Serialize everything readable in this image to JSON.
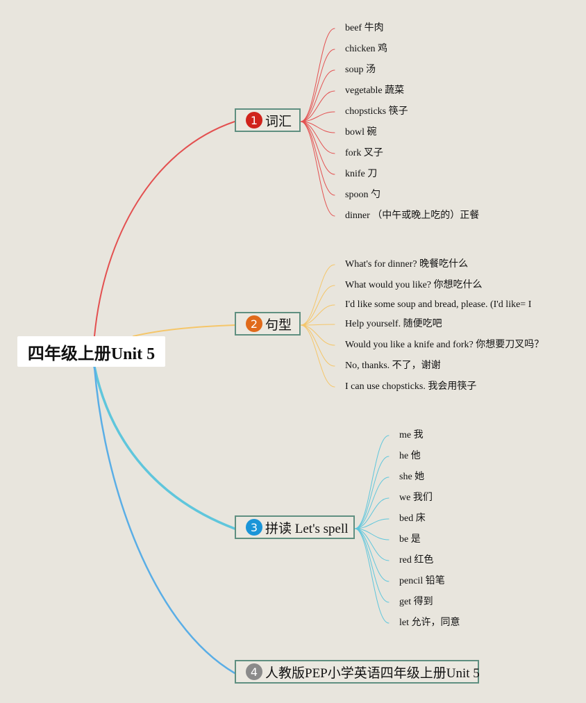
{
  "root": {
    "title": "四年级上册Unit 5"
  },
  "branches": [
    {
      "number": "1",
      "label": "词汇",
      "color": "#e35050",
      "badge_color": "#d0231c",
      "items": [
        "beef 牛肉",
        "chicken 鸡",
        "soup 汤",
        "vegetable 蔬菜",
        "chopsticks 筷子",
        "bowl 碗",
        "fork 叉子",
        "knife 刀",
        "spoon 勺",
        "dinner （中午或晚上吃的）正餐"
      ]
    },
    {
      "number": "2",
      "label": "句型",
      "color": "#f5c669",
      "badge_color": "#e06a1b",
      "items": [
        "What's for dinner? 晚餐吃什么",
        "What would you like? 你想吃什么",
        "I'd like some soup and bread, please. (I'd like= I",
        "Help yourself. 随便吃吧",
        "Would you like a knife and fork? 你想要刀叉吗？",
        "No, thanks. 不了，谢谢",
        "I can use chopsticks. 我会用筷子"
      ]
    },
    {
      "number": "3",
      "label": "拼读 Let's spell",
      "color": "#5fc6dc",
      "badge_color": "#1a95d8",
      "items": [
        "me 我",
        "he 他",
        "she 她",
        "we 我们",
        "bed 床",
        "be 是",
        "red 红色",
        "pencil 铅笔",
        "get 得到",
        "let 允许，同意"
      ]
    },
    {
      "number": "4",
      "label": "人教版PEP小学英语四年级上册Unit 5",
      "color": "#5aaee6",
      "badge_color": "#8a8a8a",
      "items": []
    }
  ]
}
